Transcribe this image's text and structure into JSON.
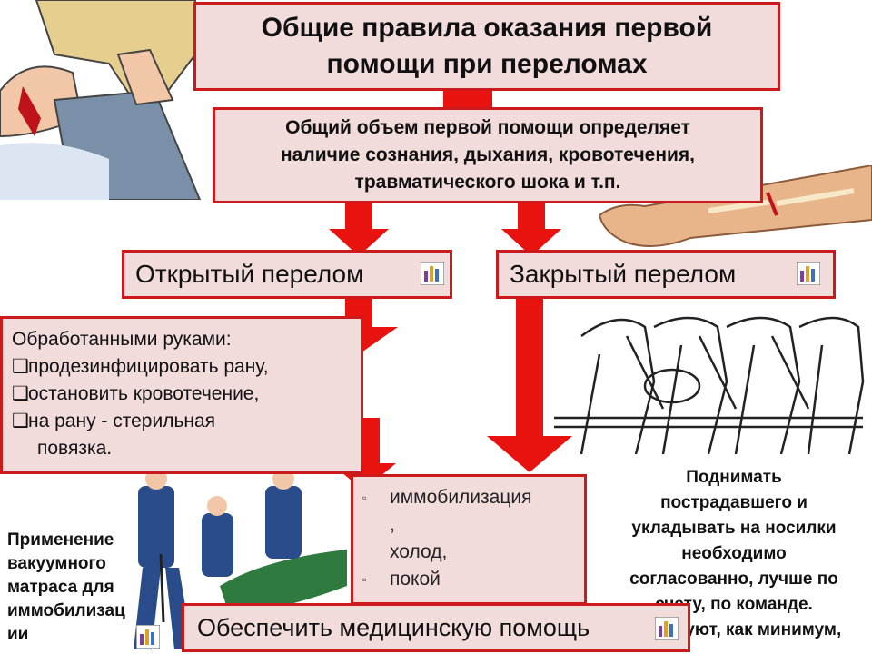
{
  "title": {
    "line1": "Общие правила оказания первой",
    "line2": "помощи при переломах"
  },
  "scope": {
    "line1": "Общий объем первой помощи определяет",
    "line2": "наличие сознания, дыхания, кровотечения,",
    "line3": "травматического шока и т.п."
  },
  "open_fracture": {
    "label": "Открытый перелом"
  },
  "closed_fracture": {
    "label": "Закрытый перелом"
  },
  "open_steps": {
    "heading": "Обработанными руками:",
    "items": [
      "продезинфицировать рану,",
      "остановить кровотечение,",
      "на рану - стерильная",
      "повязка."
    ]
  },
  "measures": {
    "items": [
      "иммобилизация",
      ",",
      "холод,",
      "покой"
    ]
  },
  "final": {
    "label": "Обеспечить медицинскую помощь"
  },
  "stretcher_note": {
    "lines": [
      "Поднимать",
      "пострадавшего и",
      "укладывать на носилки",
      "необходимо",
      "согласованно, лучше по",
      "счету, по команде.",
      "Участвуют, как минимум,"
    ]
  },
  "vacuum_note": {
    "lines": [
      "Применение",
      "вакуумного",
      "матраса для",
      "иммобилизац",
      "ии"
    ]
  },
  "colors": {
    "arrow": "#e8130f",
    "box_border": "#cc1a1a",
    "box_fill": "#f2dcdb"
  },
  "icons": [
    "bar-chart-icon"
  ]
}
